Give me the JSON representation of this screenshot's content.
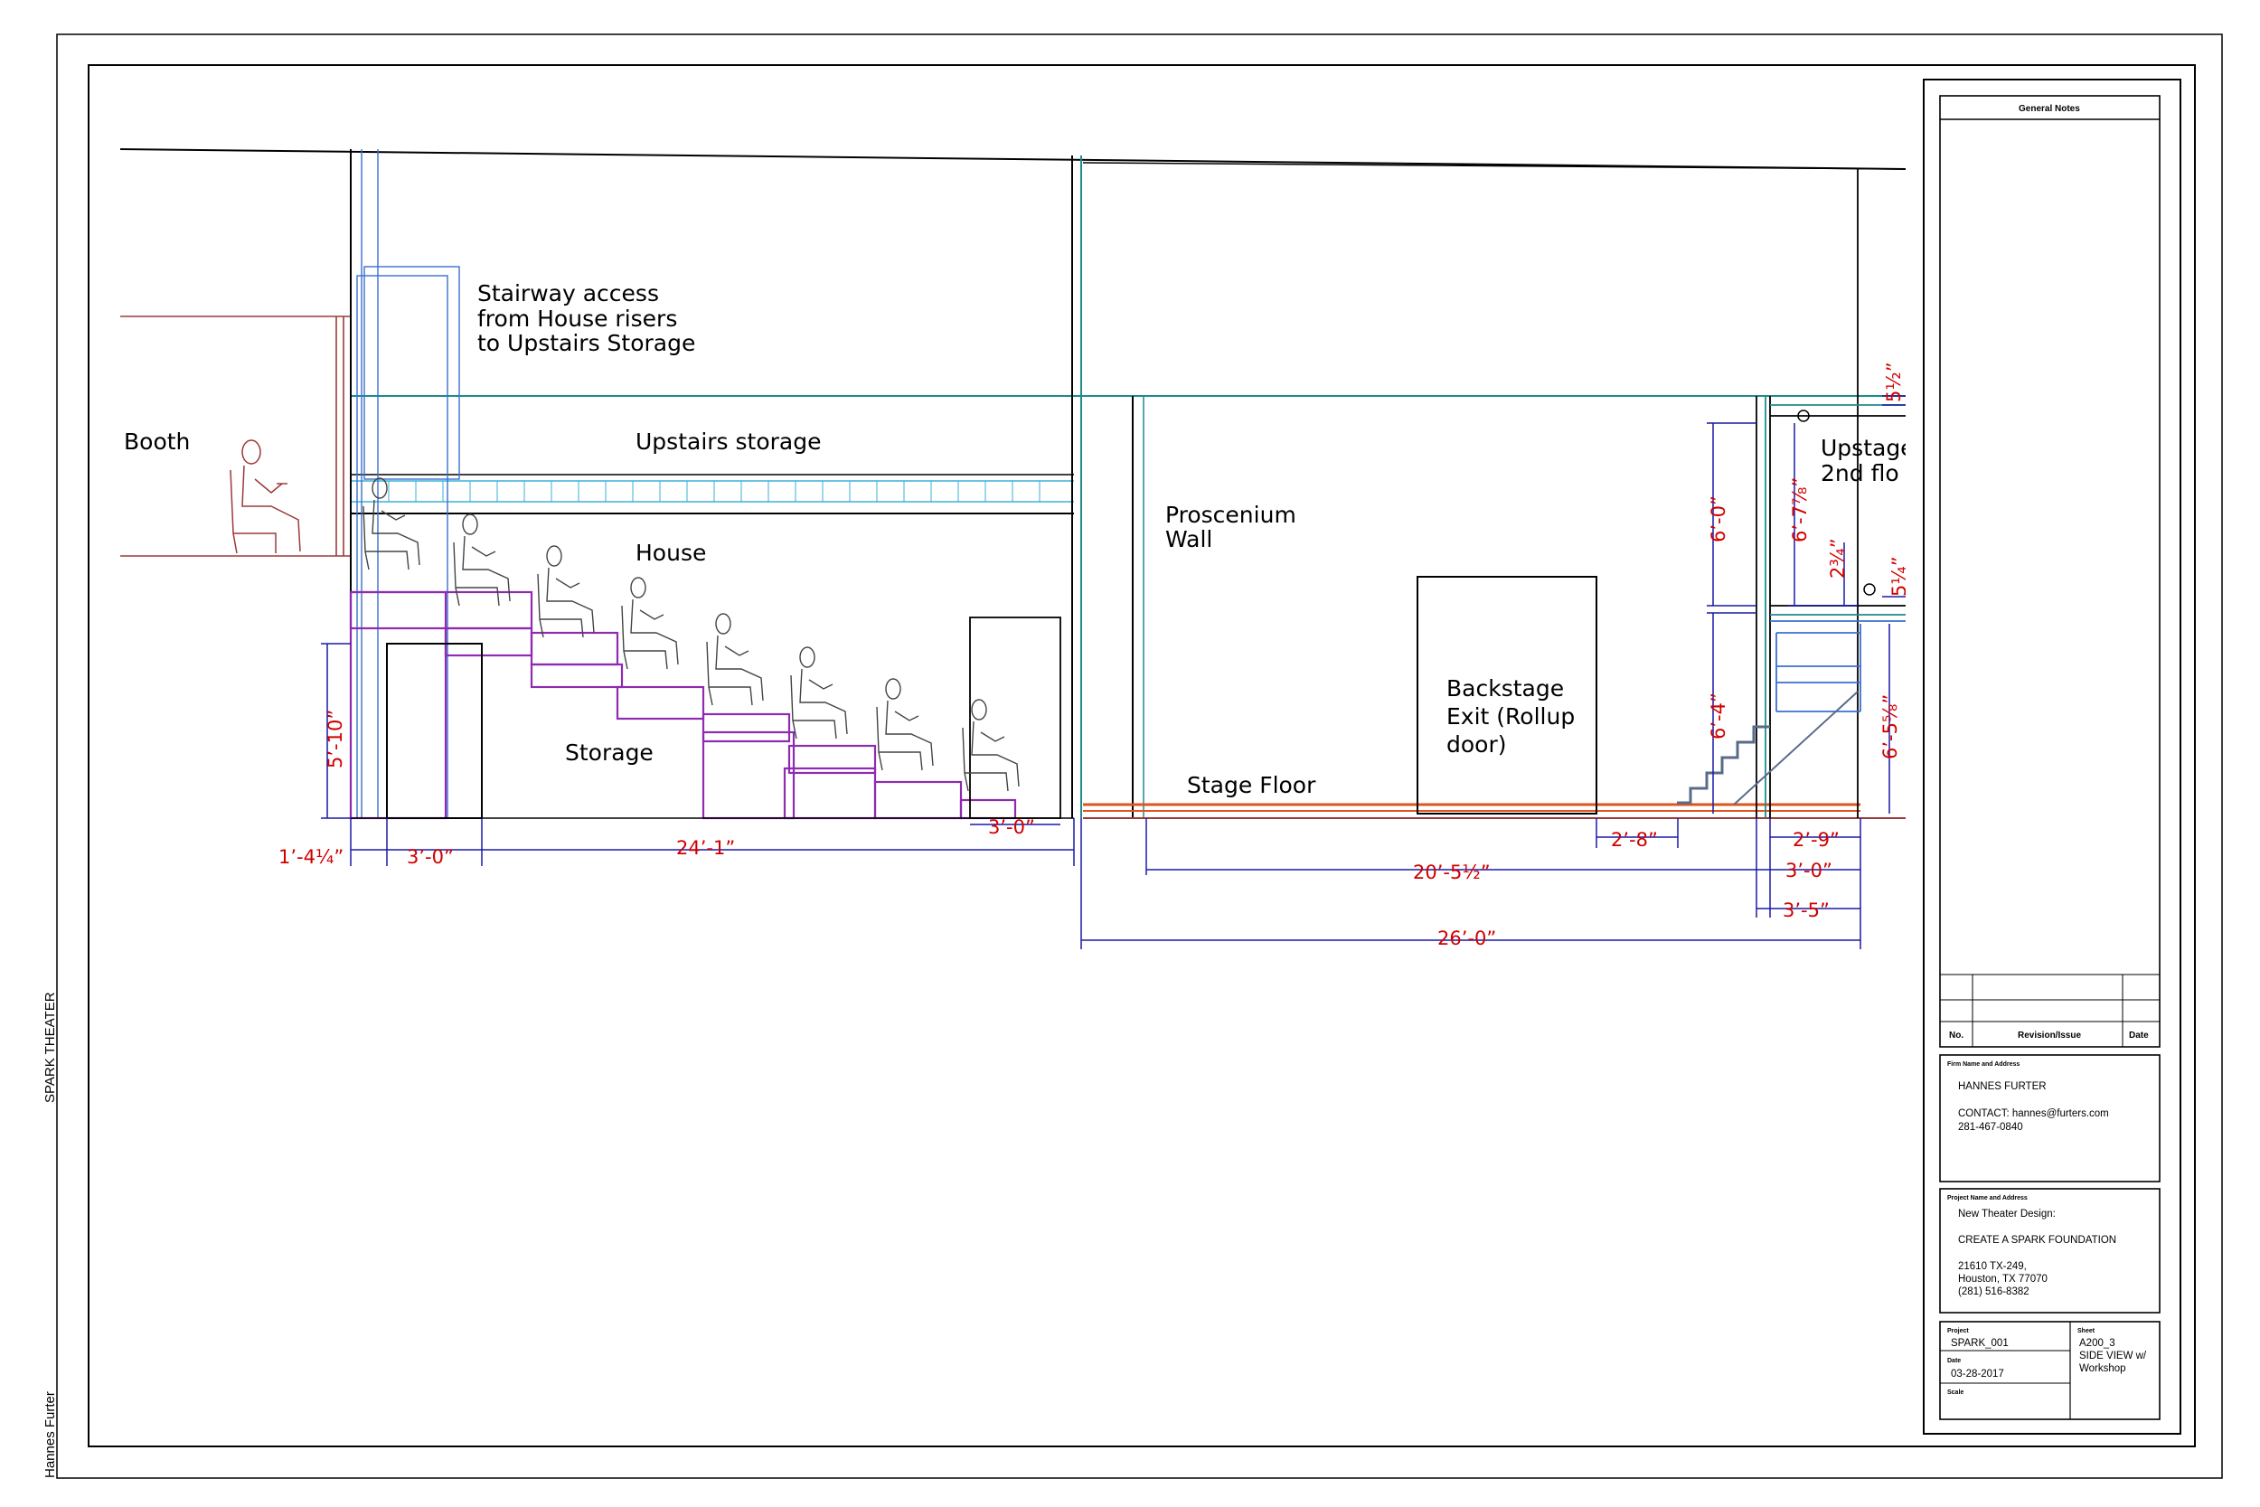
{
  "project_name_side": "SPARK THEATER",
  "author_side": "Hannes Furter",
  "labels": {
    "booth": "Booth",
    "stairway": [
      "Stairway access",
      "from House risers",
      "to Upstairs Storage"
    ],
    "upstairs_storage": "Upstairs storage",
    "house": "House",
    "storage": "Storage",
    "proscenium": [
      "Proscenium",
      "Wall"
    ],
    "stage_floor": "Stage Floor",
    "backstage": [
      "Backstage",
      "Exit (Rollup",
      "door)"
    ],
    "upstage": [
      "Upstage",
      "2nd flo"
    ]
  },
  "dimensions": {
    "d_5_10": "5’-10”",
    "d_1_4": "1’-4¼”",
    "d_3_0_a": "3’-0”",
    "d_24_1": "24’-1”",
    "d_3_0_b": "3’-0”",
    "d_20_5": "20’-5½”",
    "d_26_0": "26’-0”",
    "d_2_8": "2’-8”",
    "d_2_9": "2’-9”",
    "d_3_0_c": "3’-0”",
    "d_3_5": "3’-5”",
    "d_6_0": "6’-0”",
    "d_6_7": "6’-7⅞”",
    "d_2_3": "2¾”",
    "d_6_4": "6’-4”",
    "d_6_5": "6’-5⅝”",
    "d_5_half": "5½”",
    "d_5_partial": "5¼”"
  },
  "title_block": {
    "general_notes": "General Notes",
    "rev_no": "No.",
    "rev_issue": "Revision/Issue",
    "rev_date": "Date",
    "firm_heading": "Firm Name and Address",
    "firm_name": "HANNES FURTER",
    "contact": "CONTACT: hannes@furters.com",
    "phone": "281-467-0840",
    "project_heading": "Project Name and Address",
    "project_line1": "New Theater Design:",
    "project_line2": "CREATE A SPARK FOUNDATION",
    "address1": "21610 TX-249,",
    "address2": "Houston, TX 77070",
    "address3": "(281) 516-8382",
    "project_label": "Project",
    "project_value": "SPARK_001",
    "date_label": "Date",
    "date_value": "03-28-2017",
    "scale_label": "Scale",
    "sheet_label": "Sheet",
    "sheet_value": "A200_3",
    "sheet_desc1": "SIDE VIEW w/",
    "sheet_desc2": "Workshop"
  },
  "colors": {
    "outline": "#000000",
    "dimension": "#d00000",
    "dim_line": "#1a1aa8",
    "riser": "#8e2bb0",
    "booth": "#9b3a3a",
    "teal": "#1e8c8c",
    "cyan": "#3ab0d8",
    "stage": "#e0541e"
  }
}
